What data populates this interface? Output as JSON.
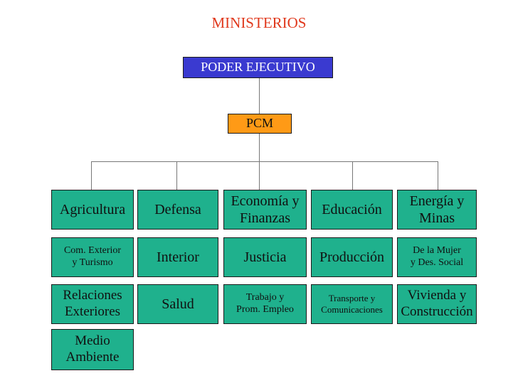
{
  "title": "MINISTERIOS",
  "colors": {
    "top": "#3a3ad0",
    "pcm": "#ff9a16",
    "ministry": "#1fb18d"
  },
  "poder_ejecutivo": "PODER EJECUTIVO",
  "pcm": "PCM",
  "ministries": [
    [
      "Agricultura",
      "Defensa",
      "Economía y\nFinanzas",
      "Educación",
      "Energía y\nMinas"
    ],
    [
      "Com. Exterior\ny Turismo",
      "Interior",
      "Justicia",
      "Producción",
      "De la Mujer\ny Des. Social"
    ],
    [
      "Relaciones\nExteriores",
      "Salud",
      "Trabajo y\nProm. Empleo",
      "Transporte y\nComunicaciones",
      "Vivienda y\nConstrucción"
    ],
    [
      "Medio\nAmbiente"
    ]
  ]
}
